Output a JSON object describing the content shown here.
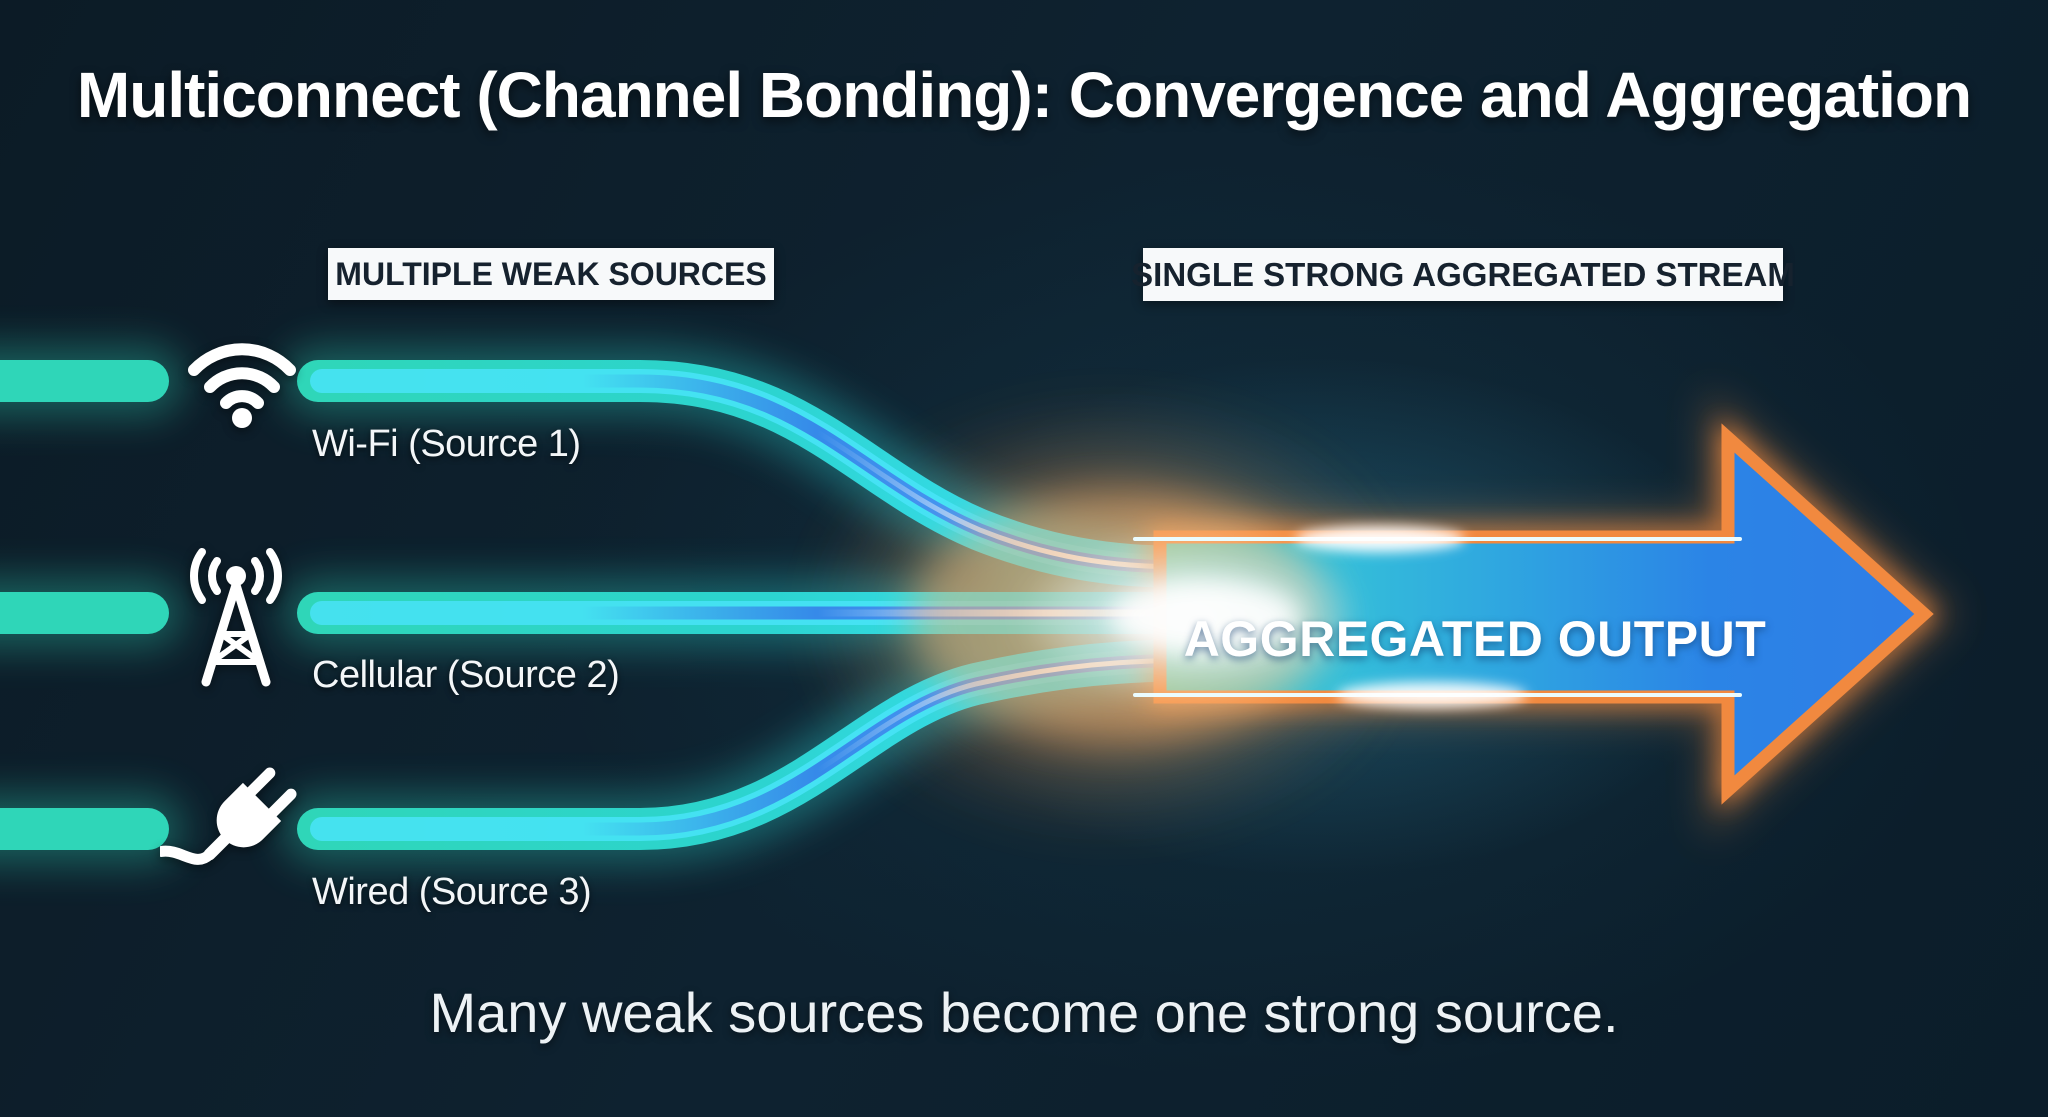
{
  "header": {
    "title": "Multiconnect (Channel Bonding): Convergence and Aggregation"
  },
  "section_labels": {
    "left": "MULTIPLE WEAK SOURCES",
    "right": "SINGLE STRONG AGGREGATED STREAM"
  },
  "sources": [
    {
      "label": "Wi-Fi (Source 1)",
      "icon": "wifi-icon"
    },
    {
      "label": "Cellular (Source 2)",
      "icon": "cell-tower-icon"
    },
    {
      "label": "Wired (Source 3)",
      "icon": "power-plug-icon"
    }
  ],
  "output": {
    "arrow_label": "AGGREGATED OUTPUT"
  },
  "footer": {
    "caption": "Many weak sources become one strong source."
  },
  "colors": {
    "background_dark": "#0c1b26",
    "source_line_teal": "#2fd6b8",
    "stream_cyan": "#3fe2ff",
    "arrow_blue": "#2b7de6",
    "arrow_border_orange": "#f1893f",
    "convergence_glow_orange": "#f79a4e",
    "label_box_bg": "#f7f9fa",
    "label_box_text": "#16222e",
    "text_white": "#ffffff"
  }
}
